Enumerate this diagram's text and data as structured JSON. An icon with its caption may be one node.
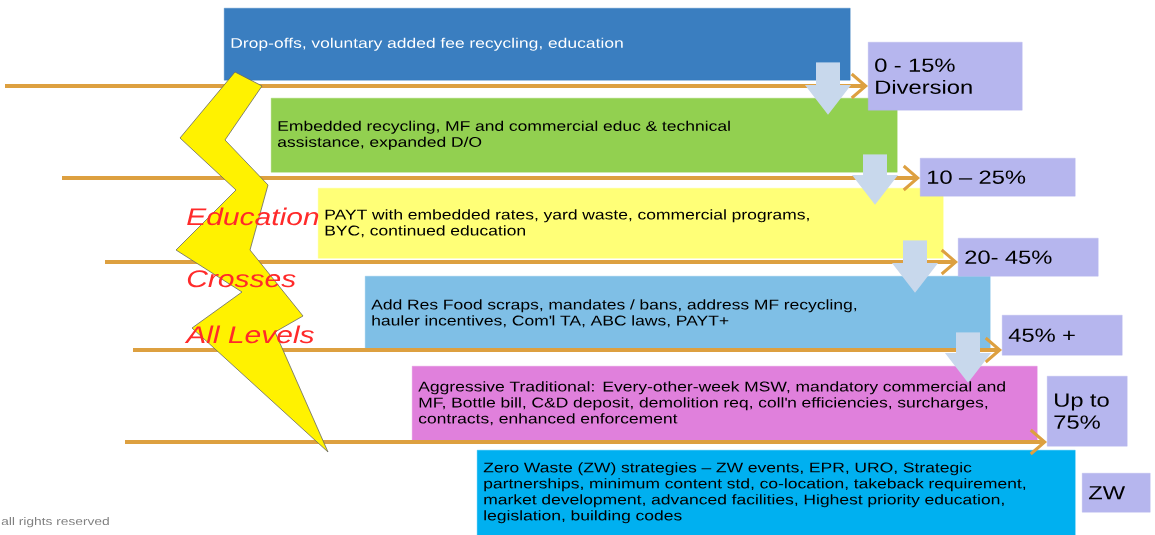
{
  "diagram": {
    "nodes": [
      {
        "text": [
          "Drop-offs, voluntary added fee recycling, education"
        ]
      },
      {
        "text": [
          "Embedded recycling, MF and commercial educ & technical assistance, expanded D/O"
        ]
      },
      {
        "text": [
          "PAYT with embedded rates, yard waste, commercial programs, BYC, continued education"
        ]
      },
      {
        "text": [
          "Add Res Food scraps, mandates  / bans, address MF recycling, hauler incentives, Com'l TA, ABC laws, PAYT+"
        ]
      },
      {
        "text": [
          "Aggressive Traditional: Every-other-week MSW, mandatory commercial and MF, Bottle bill, C&D deposit, demolition req, coll'n efficiencies, surcharges, contracts, enhanced enforcement"
        ]
      },
      {
        "text": [
          "Zero Waste (ZW) strategies – ZW events, EPR, URO, Strategic partnerships, minimum content std, co-location, takeback requirement, market development, advanced facilities, Highest priority education, legislation, building codes"
        ]
      },
      {
        "text": [
          "0 - 15% Diversion"
        ]
      },
      {
        "text": [
          "10 – 25%"
        ]
      },
      {
        "text": [
          "20- 45%"
        ]
      },
      {
        "text": [
          "45%  +"
        ]
      },
      {
        "text": [
          "Up to 75%"
        ]
      },
      {
        "text": [
          "ZW"
        ]
      }
    ],
    "edges": [
      {
        "from": null,
        "to": 6,
        "arrow": "to"
      },
      {
        "from": null,
        "to": 7,
        "arrow": "to"
      },
      {
        "from": null,
        "to": 8,
        "arrow": "to"
      },
      {
        "from": null,
        "to": 9,
        "arrow": "to"
      },
      {
        "from": null,
        "to": 10,
        "arrow": "to"
      },
      {
        "from": 0,
        "to": 1,
        "arrow": "to",
        "style": "thick",
        "color": "#c8d8ec"
      },
      {
        "from": 1,
        "to": 2,
        "arrow": "to",
        "style": "thick",
        "color": "#c8d8ec"
      },
      {
        "from": 2,
        "to": 3,
        "arrow": "to",
        "style": "thick",
        "color": "#c8d8ec"
      },
      {
        "from": 3,
        "to": 4,
        "arrow": "to",
        "style": "thick",
        "color": "#c8d8ec"
      }
    ],
    "labels": [
      "Education",
      "Crosses",
      "All Levels",
      "all rights reserved"
    ]
  }
}
